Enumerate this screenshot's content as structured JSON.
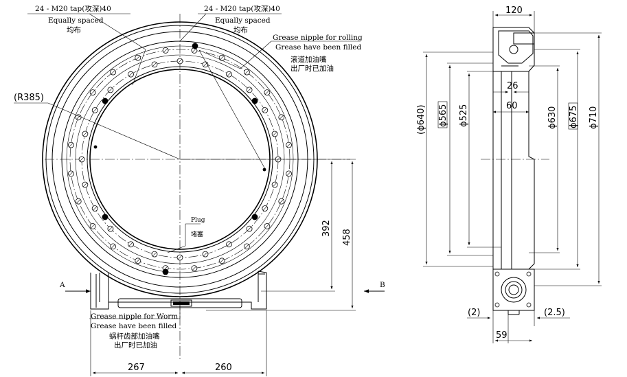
{
  "front_view": {
    "outer_tap_note": {
      "line1": "24 - M20 tap(攻深)40",
      "line2": "Equally spaced",
      "line3": "均布"
    },
    "inner_tap_note": {
      "line1": "24 - M20 tap(攻深)40",
      "line2": "Equally spaced",
      "line3": "均布"
    },
    "rolling_nipple_note": {
      "line1": "Grease nipple for rolling",
      "line2": "Grease have been filled",
      "line3": "滚道加油嘴",
      "line4": "出厂时已加油"
    },
    "radius_label": "(R385)",
    "plug_note": {
      "line1": "Plug",
      "line2": "堵塞"
    },
    "worm_nipple_note": {
      "line1": "Grease nipple for Worm",
      "line2": "Grease have been filled",
      "line3": "蜗杆齿部加油嘴",
      "line4": "出厂时已加油"
    },
    "section_a": "A",
    "section_b": "B",
    "dim_392": "392",
    "dim_458": "458",
    "dim_267": "267",
    "dim_260": "260"
  },
  "side_view": {
    "dim_120": "120",
    "dim_26": "26",
    "dim_60": "60",
    "dim_640": "(ϕ640)",
    "dim_565": "ϕ565",
    "dim_525": "ϕ525",
    "dim_630": "ϕ630",
    "dim_675": "ϕ675",
    "dim_710": "ϕ710",
    "dim_2": "(2)",
    "dim_2_5": "(2.5)",
    "dim_59": "59"
  }
}
